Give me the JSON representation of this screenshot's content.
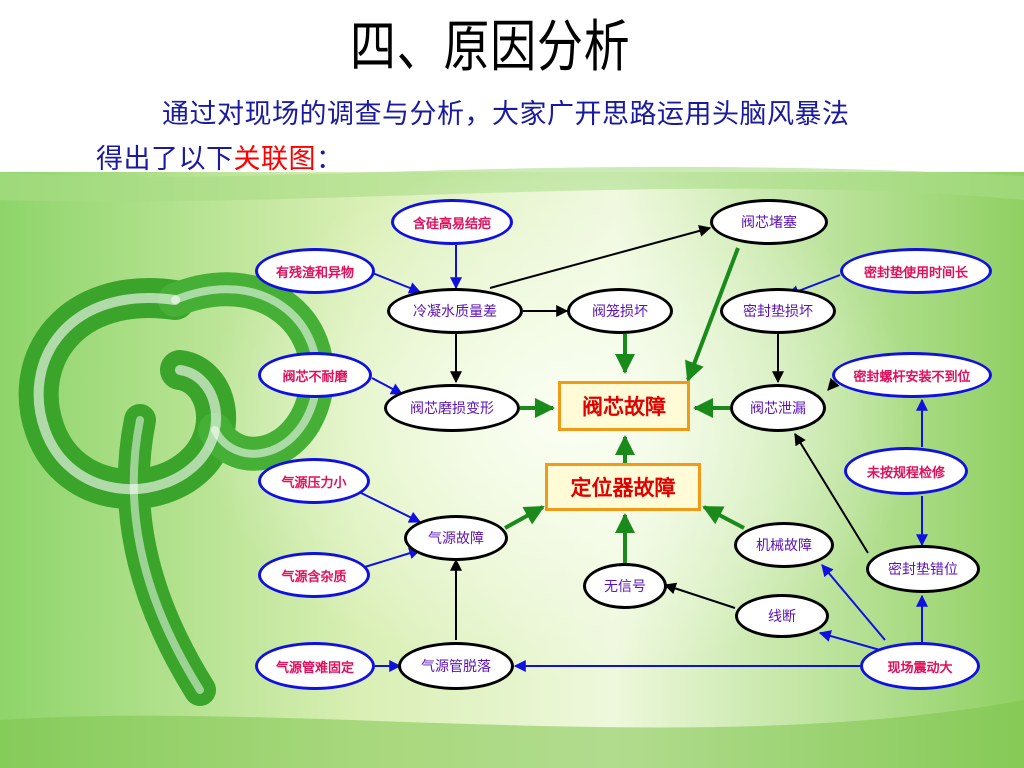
{
  "title": "四、原因分析",
  "intro": {
    "line1": "通过对现场的调查与分析，大家广开思路运用头脑风暴法",
    "line2_prefix": "得出了以下",
    "line2_highlight": "关联图",
    "line2_suffix": "："
  },
  "colors": {
    "blue_border": "#1010e0",
    "black_border": "#000000",
    "green_arrow": "#1a8a1a",
    "rect_border": "#f29a18",
    "cause_text": "#e0105c",
    "mid_text": "#5a12b8",
    "main_text": "#e00000"
  },
  "nodes": {
    "hanggui": "含硅高易结疤",
    "canzha": "有残渣和异物",
    "lengning": "冷凝水质量差",
    "fanlong": "阀笼损坏",
    "fadu": "阀芯堵塞",
    "mifeng_time": "密封垫使用时间长",
    "mifeng_damage": "密封垫损坏",
    "nomo": "阀芯不耐磨",
    "momo": "阀芯磨损变形",
    "main": "阀芯故障",
    "xielou": "阀芯泄漏",
    "luoshuan": "密封螺杆安装不到位",
    "weian": "未按规程检修",
    "qiyaxiao": "气源压力小",
    "dingwei": "定位器故障",
    "qiyuanguzhang": "气源故障",
    "jixie": "机械故障",
    "mifeng_cuowei": "密封垫错位",
    "zazhi": "气源含杂质",
    "wuxinhao": "无信号",
    "xianduan": "线断",
    "nanguding": "气源管难固定",
    "tuoluo": "气源管脱落",
    "zhendong": "现场震动大"
  }
}
